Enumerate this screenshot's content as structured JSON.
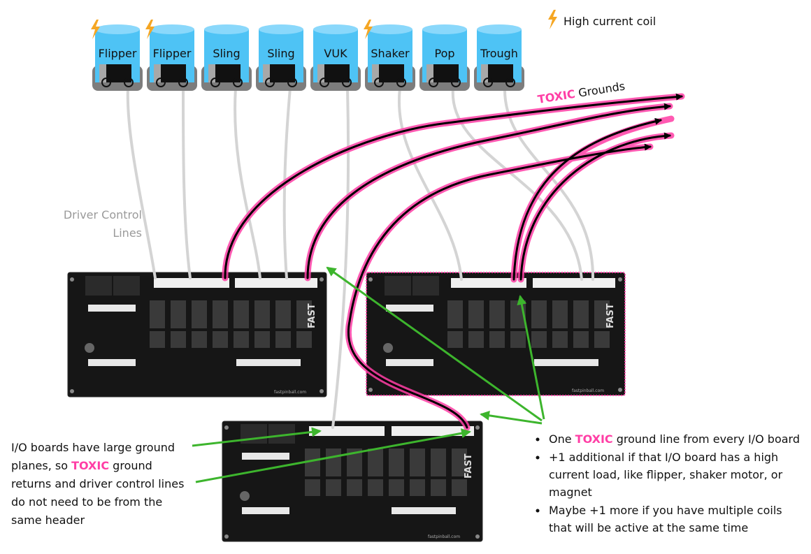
{
  "coils": [
    {
      "label": "Flipper",
      "high_current": true
    },
    {
      "label": "Flipper",
      "high_current": true
    },
    {
      "label": "Sling",
      "high_current": false
    },
    {
      "label": "Sling",
      "high_current": false
    },
    {
      "label": "VUK",
      "high_current": false
    },
    {
      "label": "Shaker",
      "high_current": true
    },
    {
      "label": "Pop",
      "high_current": false
    },
    {
      "label": "Trough",
      "high_current": false
    }
  ],
  "legend": {
    "high_current_label": "High current coil"
  },
  "toxic_grounds": {
    "toxic_word": "TOXIC",
    "label": "Grounds"
  },
  "driver_lines": {
    "line1": "Driver Control",
    "line2": "Lines"
  },
  "boards": [
    {
      "brand": "FAST",
      "url": "fastpinball.com"
    },
    {
      "brand": "FAST",
      "url": "fastpinball.com"
    },
    {
      "brand": "FAST",
      "url": "fastpinball.com"
    }
  ],
  "left_note": {
    "line1": "I/O boards have large ground",
    "line2a": "planes, so ",
    "line2_toxic": "TOXIC",
    "line2b": " ground",
    "line3": "returns and driver control lines",
    "line4": "do not need to be from the",
    "line5": "same header"
  },
  "right_notes": {
    "b1a": "One ",
    "b1_toxic": "TOXIC",
    "b1b": " ground line from every I/O board",
    "b2_line1": "+1 additional if that I/O board has a high",
    "b2_line2": "current load, like flipper, shaker motor, or",
    "b2_line3": "magnet",
    "b3_line1": "Maybe +1 more if you have multiple coils",
    "b3_line2": "that will be active at the same time"
  },
  "colors": {
    "coil_blue": "#4ec3f5",
    "coil_top": "#8ad8fb",
    "toxic_pink": "#ff3ea5",
    "arrow_green": "#3db52d",
    "wire_gray": "#cfcfcf",
    "bolt_orange": "#f5a623"
  }
}
